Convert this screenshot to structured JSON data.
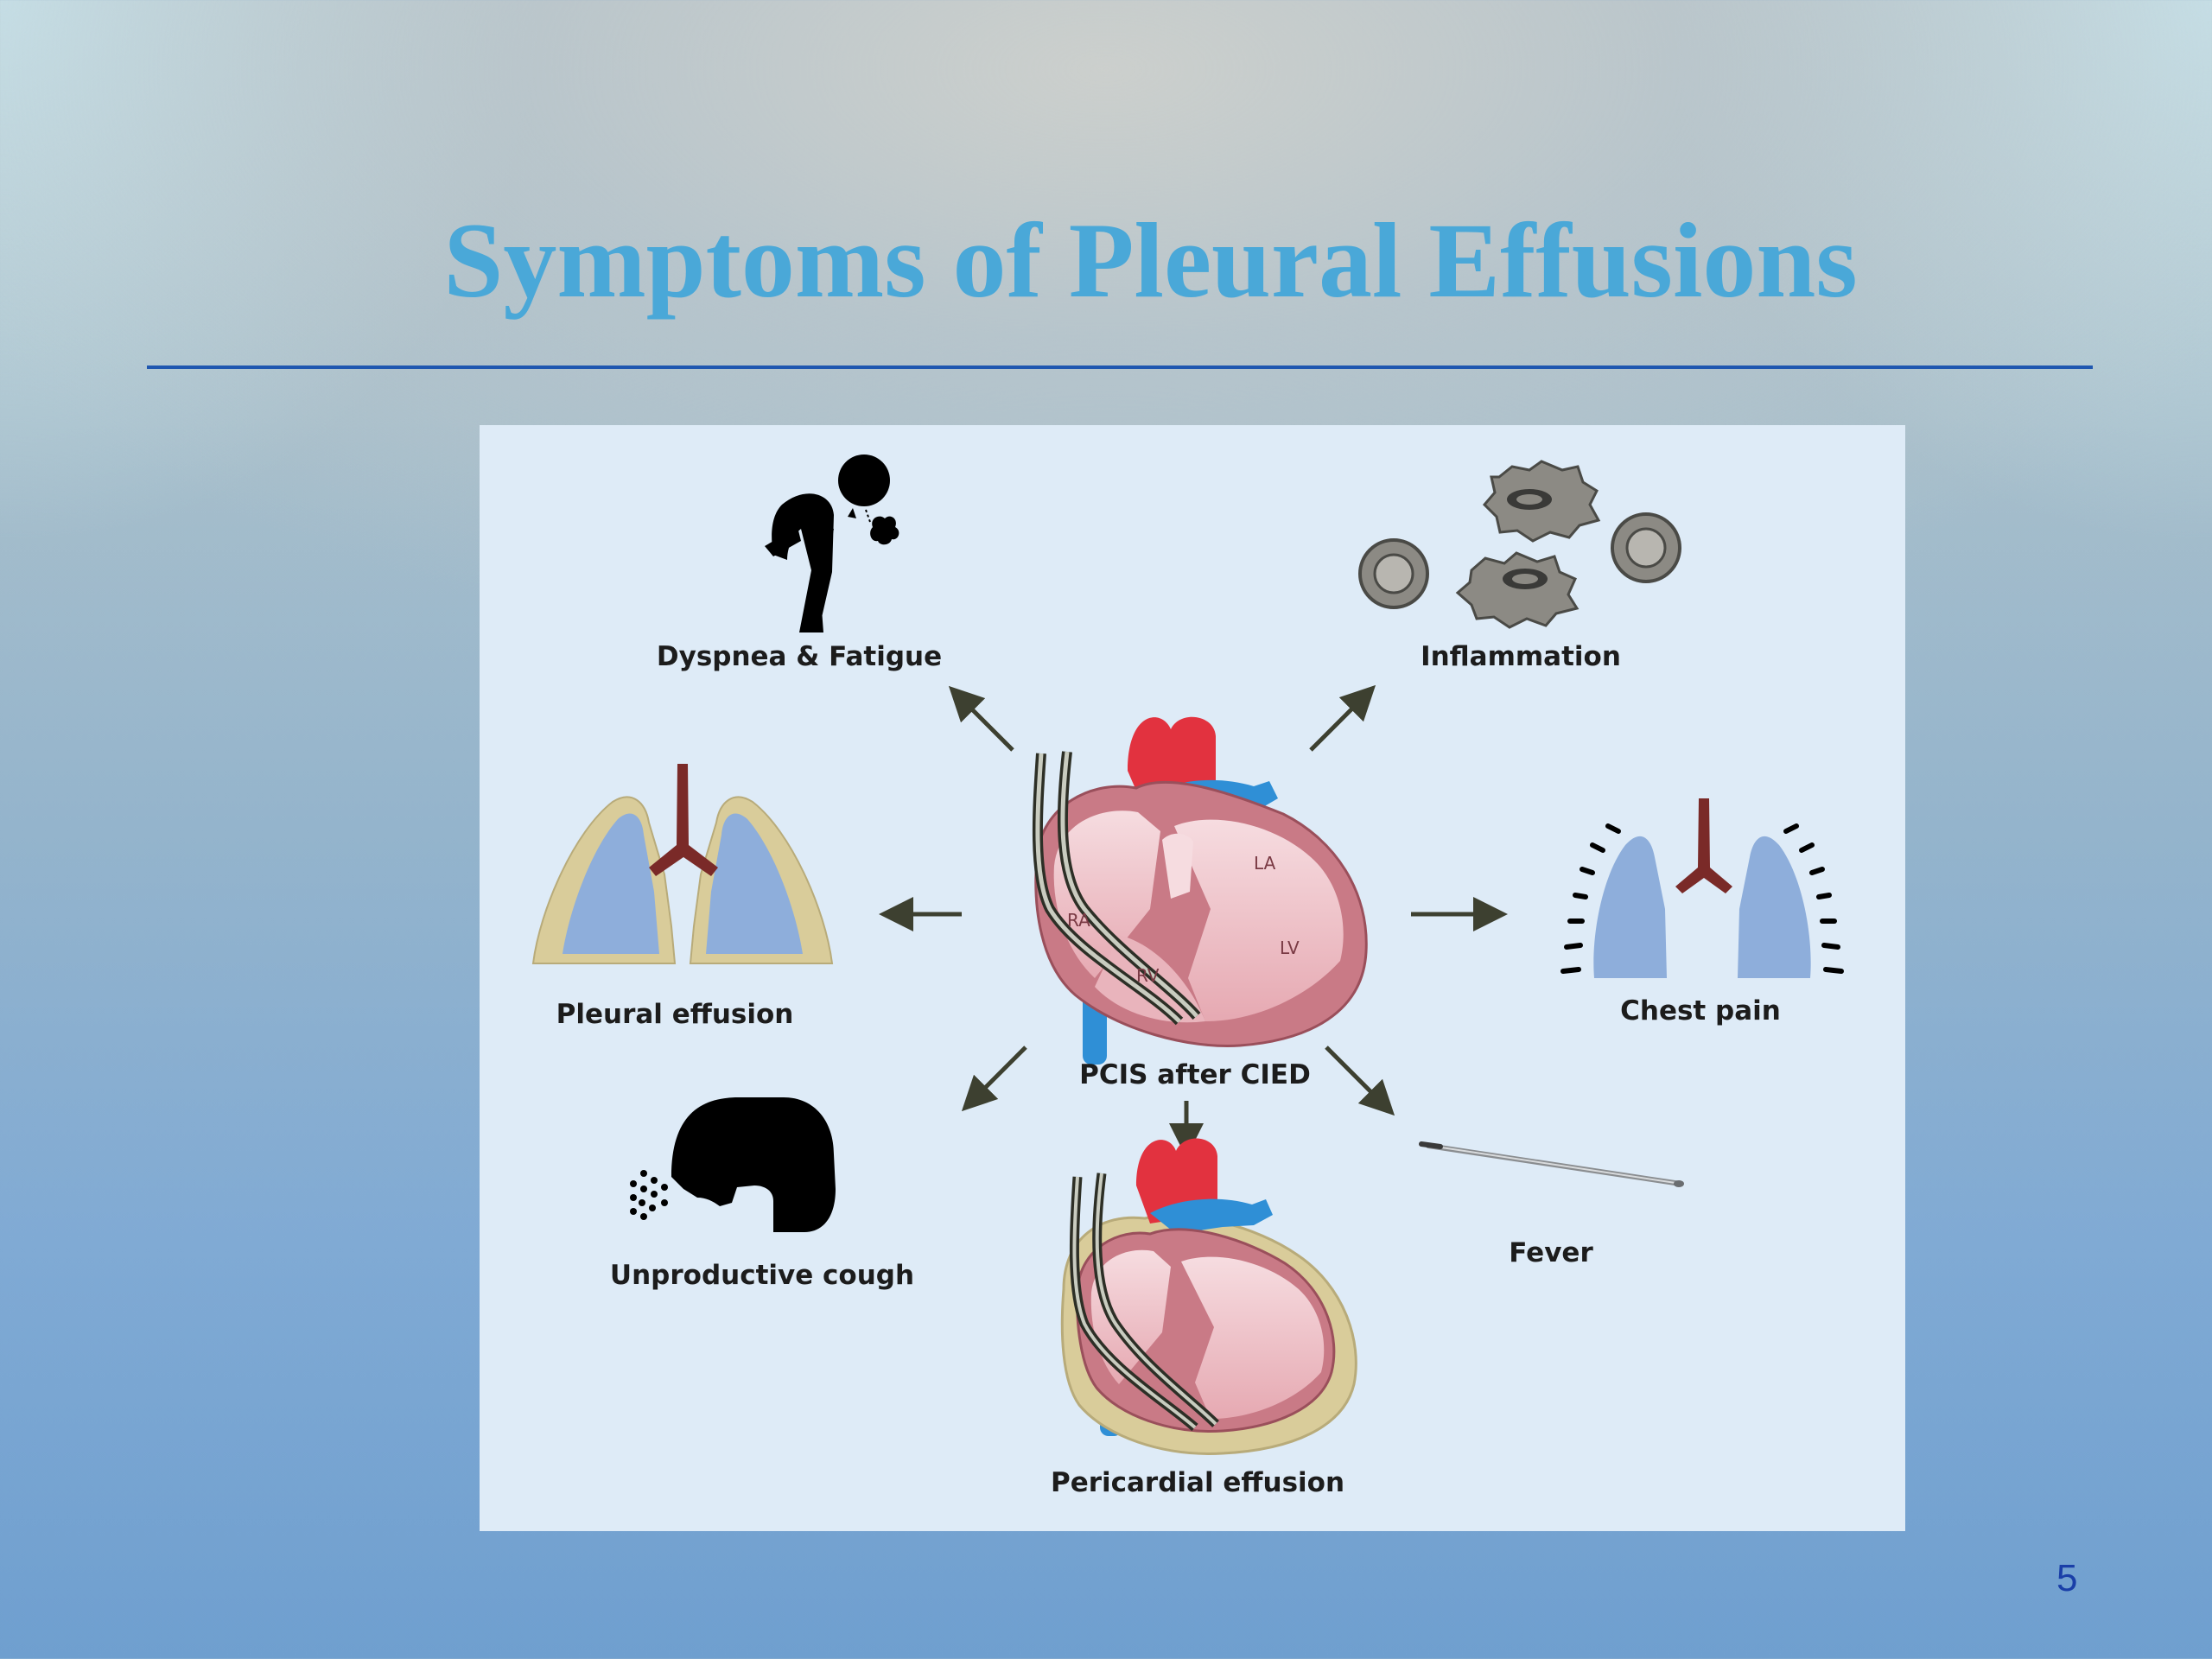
{
  "slide": {
    "title": "Symptoms of Pleural Effusions",
    "page_number": "5"
  },
  "diagram": {
    "center_label": "PCIS after CIED",
    "chamber_labels": {
      "la": "LA",
      "lv": "LV",
      "ra": "RA",
      "rv": "RV"
    },
    "nodes": {
      "dyspnea": "Dyspnea & Fatigue",
      "inflammation": "Inflammation",
      "pleural_effusion": "Pleural effusion",
      "chest_pain": "Chest pain",
      "cough": "Unproductive cough",
      "fever": "Fever",
      "pericardial_effusion": "Pericardial effusion"
    },
    "colors": {
      "title": "#4aa8d8",
      "rule": "#1f57b0",
      "arrow": "#3d4030",
      "lung": "#8eaedb",
      "pleura": "#d9cc9a",
      "trachea": "#7a2a28",
      "myocardium": "#c97a86",
      "aorta": "#e2323f",
      "vein": "#2f8fd6"
    }
  }
}
